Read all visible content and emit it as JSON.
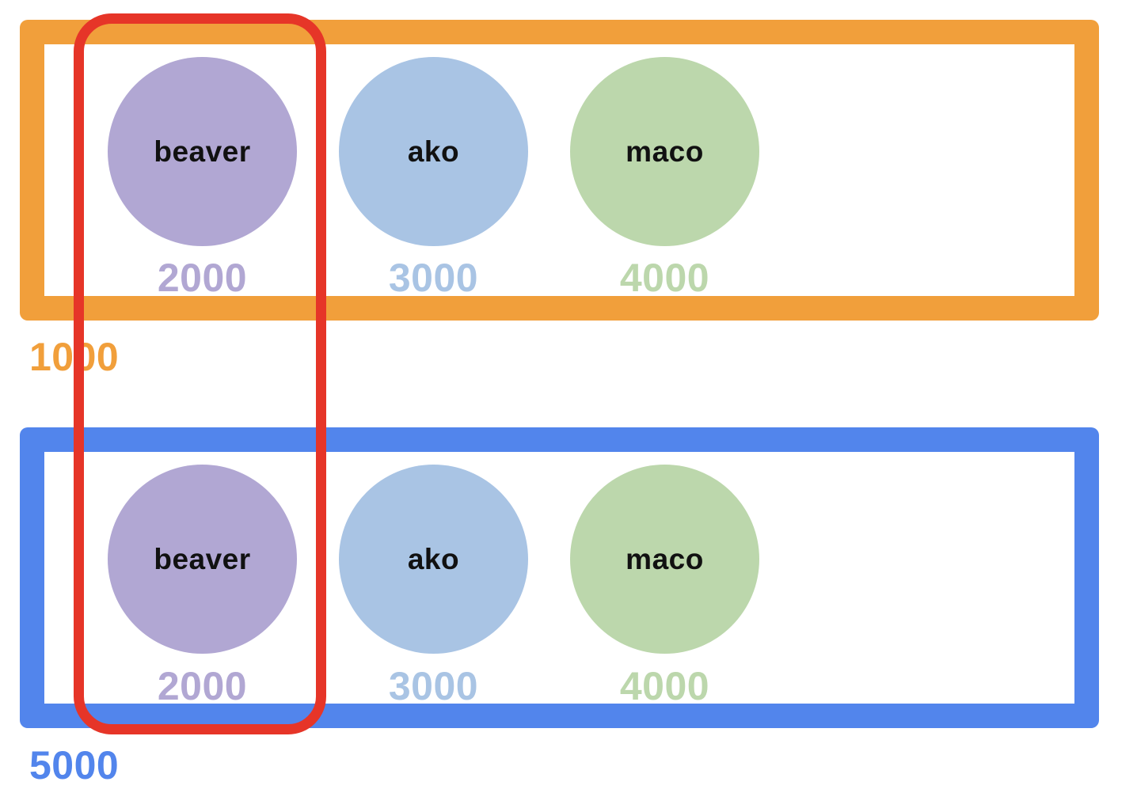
{
  "groups": [
    {
      "value": "1000",
      "color": "#f19f3b",
      "nodes": [
        {
          "name": "beaver",
          "value": "2000",
          "color": "#b1a7d3"
        },
        {
          "name": "ako",
          "value": "3000",
          "color": "#a9c4e4"
        },
        {
          "name": "maco",
          "value": "4000",
          "color": "#bcd7ac"
        }
      ]
    },
    {
      "value": "5000",
      "color": "#5285ec",
      "nodes": [
        {
          "name": "beaver",
          "value": "2000",
          "color": "#b1a7d3"
        },
        {
          "name": "ako",
          "value": "3000",
          "color": "#a9c4e4"
        },
        {
          "name": "maco",
          "value": "4000",
          "color": "#bcd7ac"
        }
      ]
    }
  ],
  "highlight": {
    "color": "#e63528",
    "node": "beaver"
  }
}
